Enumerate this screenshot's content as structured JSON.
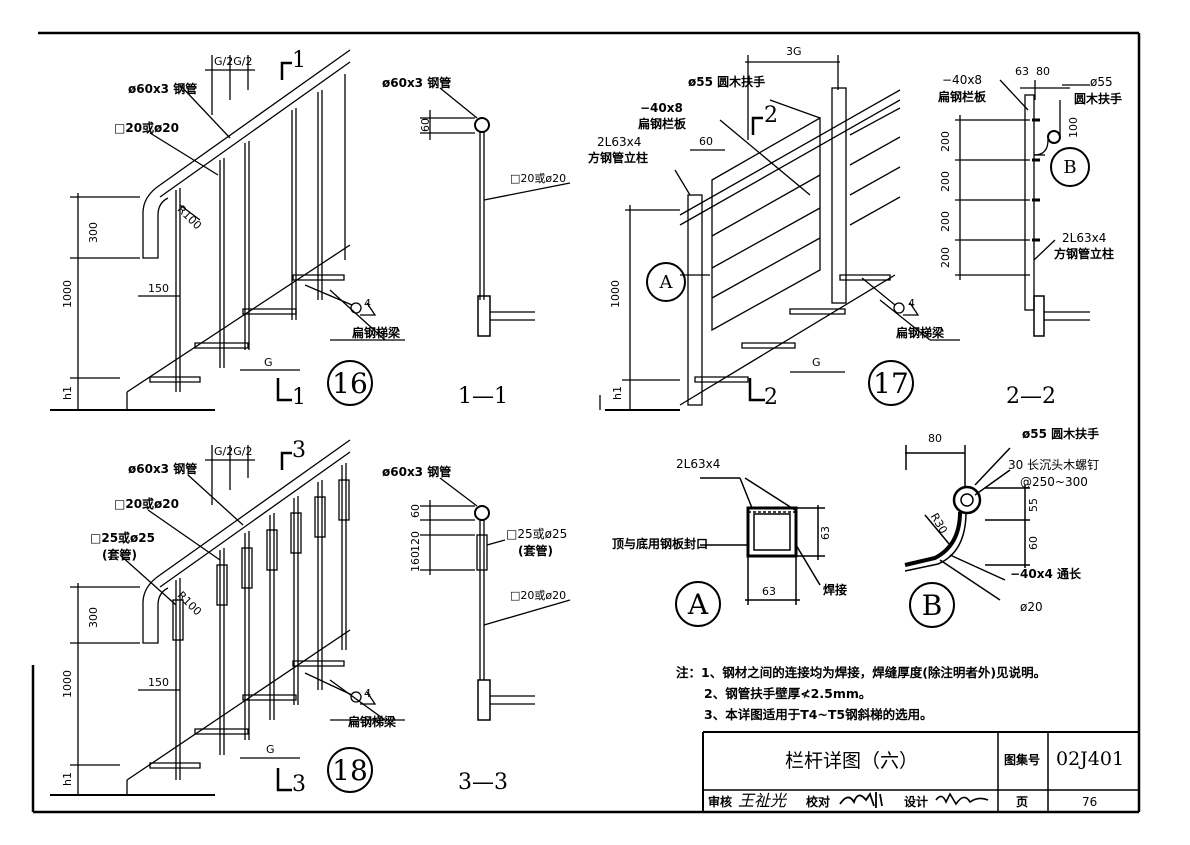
{
  "border": {
    "color": "#000000"
  },
  "detail16": {
    "number": "16",
    "pipe": "ø60x3 钢管",
    "bar": "□20或ø20",
    "spacing": "G/2G/2",
    "cut_top": "1",
    "cut_bottom": "1",
    "radius": "R100",
    "dim_300": "300",
    "dim_1000": "1000",
    "dim_150": "150",
    "dim_h1": "h1",
    "dim_G": "G",
    "weld": "4",
    "beam": "扁钢梯梁"
  },
  "section11": {
    "title": "1—1",
    "pipe": "ø60x3 钢管",
    "dim_60": "60",
    "bar": "□20或ø20"
  },
  "detail17": {
    "number": "17",
    "width": "3G",
    "handrail": "ø55 圆木扶手",
    "flat_size": "−40x8",
    "flat_name": "扁钢栏板",
    "dim_60": "60",
    "post_size": "2L63x4",
    "post_name": "方钢管立柱",
    "cut_top": "2",
    "cut_bottom": "2",
    "ref_A": "A",
    "dim_1000": "1000",
    "dim_h1": "h1",
    "dim_G": "G",
    "weld": "4",
    "beam": "扁钢梯梁"
  },
  "section22": {
    "title": "2—2",
    "flat_size": "−40x8",
    "flat_name": "扁钢栏板",
    "dim_63": "63",
    "dim_80": "80",
    "dia": "ø55",
    "handrail": "圆木扶手",
    "dim_100": "100",
    "ref_B": "B",
    "spacing": [
      "200",
      "200",
      "200",
      "200"
    ],
    "post_size": "2L63x4",
    "post_name": "方钢管立柱"
  },
  "detail18": {
    "number": "18",
    "pipe": "ø60x3 钢管",
    "bar": "□20或ø20",
    "sleeve": "□25或ø25",
    "sleeve_note": "(套管)",
    "spacing": "G/2G/2",
    "cut_top": "3",
    "cut_bottom": "3",
    "radius": "R100",
    "dim_300": "300",
    "dim_1000": "1000",
    "dim_150": "150",
    "dim_h1": "h1",
    "dim_G": "G",
    "weld": "4",
    "beam": "扁钢梯梁"
  },
  "section33": {
    "title": "3—3",
    "pipe": "ø60x3 钢管",
    "dim_60": "60",
    "dim_120": "120",
    "dim_160": "160",
    "sleeve": "□25或ø25",
    "sleeve_note": "(套管)",
    "bar": "□20或ø20"
  },
  "detailA": {
    "label": "A",
    "angle": "2L63x4",
    "cap": "顶与底用钢板封口",
    "dim_h": "63",
    "dim_w": "63",
    "weld": "焊接"
  },
  "detailB": {
    "label": "B",
    "dim_80": "80",
    "handrail": "ø55 圆木扶手",
    "screw": "30 长沉头木螺钉",
    "screw_spacing": "@250~300",
    "radius": "R30",
    "dim_55": "55",
    "dim_60": "60",
    "flat": "−40x4 通长",
    "bar": "ø20"
  },
  "notes": [
    "注：1、钢材之间的连接均为焊接，焊缝厚度(除注明者外)见说明。",
    "2、钢管扶手壁厚≮2.5mm。",
    "3、本详图适用于T4~T5钢斜梯的选用。"
  ],
  "title_block": {
    "title": "栏杆详图（六）",
    "atlas_label": "图集号",
    "atlas_no": "02J401",
    "review": "审核",
    "check": "校对",
    "design": "设计",
    "page_label": "页",
    "page_no": "76"
  }
}
